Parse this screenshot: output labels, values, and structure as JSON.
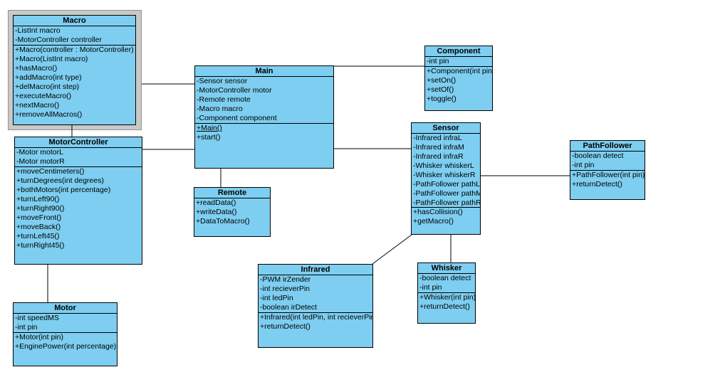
{
  "diagram": {
    "type": "uml-class-diagram",
    "background": "#ffffff"
  },
  "colors": {
    "class_fill": "#7dcef0",
    "class_border": "#000000",
    "selection_frame": "#c9c9c9",
    "association_line": "#000000"
  },
  "classes": {
    "macro": {
      "title": "Macro",
      "selected": true,
      "attributes": [
        "-ListInt macro",
        "-MotorController controller"
      ],
      "methods": [
        "+Macro(controller : MotorController)",
        "+Macro(ListInt macro)",
        "+hasMacro()",
        "+addMacro(int type)",
        "+delMacro(int step)",
        "+executeMacro()",
        "+nextMacro()",
        "+removeAllMacros()"
      ]
    },
    "motor_controller": {
      "title": "MotorController",
      "attributes": [
        "-Motor motorL",
        "-Motor motorR"
      ],
      "methods": [
        "+moveCentimeters()",
        "+turnDegrees(int degrees)",
        "+bothMotors(int percentage)",
        "+turnLeft90()",
        "+turnRight90()",
        "+moveFront()",
        "+moveBack()",
        "+turnLeft45()",
        "+turnRight45()"
      ]
    },
    "motor": {
      "title": "Motor",
      "attributes": [
        "-int speedMS",
        "-int pin"
      ],
      "methods": [
        "+Motor(int pin)",
        "+EnginePower(int percentage)"
      ]
    },
    "main": {
      "title": "Main",
      "attributes": [
        "-Sensor sensor",
        "-MotorController motor",
        "-Remote remote",
        "-Macro macro",
        "-Component component"
      ],
      "methods": [
        "+Main()",
        "+start()"
      ]
    },
    "remote": {
      "title": "Remote",
      "methods": [
        "+readData()",
        "+writeData()",
        "+DataToMacro()"
      ]
    },
    "component": {
      "title": "Component",
      "attributes": [
        "-int pin"
      ],
      "methods": [
        "+Component(int pin)",
        "+setOn()",
        "+setOf()",
        "+toggle()"
      ]
    },
    "sensor": {
      "title": "Sensor",
      "attributes": [
        "-Infrared infraL",
        "-Infrared infraM",
        "-Infrared infraR",
        "-Whisker whiskerL",
        "-Whisker whiskerR",
        "-PathFollower pathL",
        "-PathFollower pathM",
        "-PathFollower pathR"
      ],
      "methods": [
        "+hasCollision()",
        "+getMacro()"
      ]
    },
    "path_follower": {
      "title": "PathFollower",
      "attributes": [
        "-boolean detect",
        "-int pin"
      ],
      "methods": [
        "+PathFollower(int pin)",
        "+returnDetect()"
      ]
    },
    "infrared": {
      "title": "Infrared",
      "attributes": [
        "-PWM irZender",
        "-int recieverPin",
        "-int ledPin",
        "-boolean irDetect"
      ],
      "methods": [
        "+Infrared(int ledPin, int recieverPin)",
        "+returnDetect()"
      ]
    },
    "whisker": {
      "title": "Whisker",
      "attributes": [
        "-boolean detect",
        "-int pin"
      ],
      "methods": [
        "+Whisker(int pin)",
        "+returnDetect()"
      ]
    }
  },
  "associations": [
    {
      "from": "Macro",
      "to": "Main"
    },
    {
      "from": "Macro",
      "to": "MotorController"
    },
    {
      "from": "MotorController",
      "to": "Main"
    },
    {
      "from": "MotorController",
      "to": "Motor"
    },
    {
      "from": "Main",
      "to": "Remote"
    },
    {
      "from": "Main",
      "to": "Component"
    },
    {
      "from": "Main",
      "to": "Sensor"
    },
    {
      "from": "Sensor",
      "to": "PathFollower"
    },
    {
      "from": "Sensor",
      "to": "Infrared"
    },
    {
      "from": "Sensor",
      "to": "Whisker"
    }
  ]
}
